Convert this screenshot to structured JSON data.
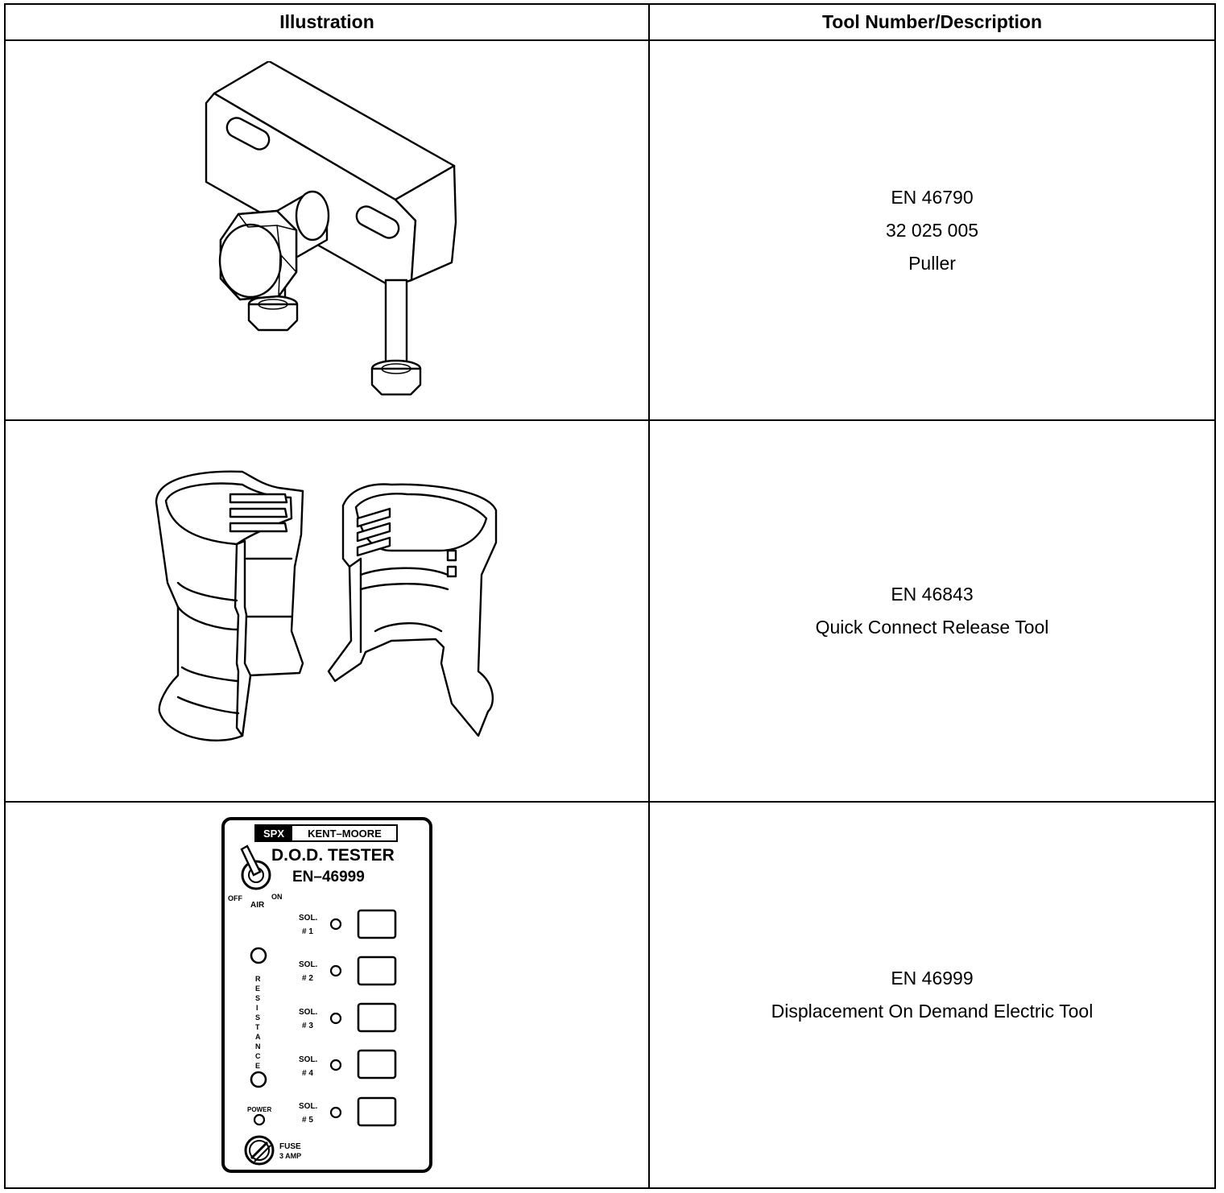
{
  "table": {
    "headers": [
      "Illustration",
      "Tool Number/Description"
    ],
    "rows": [
      {
        "illustration_icon": "puller-icon",
        "lines": [
          "EN 46790",
          "32 025 005",
          "Puller"
        ]
      },
      {
        "illustration_icon": "quick-connect-release-tool-icon",
        "lines": [
          "EN 46843",
          "Quick Connect Release Tool"
        ]
      },
      {
        "illustration_icon": "dod-tester-panel-icon",
        "lines": [
          "EN 46999",
          "Displacement On Demand Electric Tool"
        ]
      }
    ]
  },
  "tester_panel": {
    "brand_left": "SPX",
    "brand_right": "KENT–MOORE",
    "title": "D.O.D. TESTER",
    "model": "EN–46999",
    "switch_off": "OFF",
    "switch_on": "ON",
    "switch_label": "AIR",
    "solenoids": [
      {
        "label": "SOL.",
        "num": "# 1"
      },
      {
        "label": "SOL.",
        "num": "# 2"
      },
      {
        "label": "SOL.",
        "num": "# 3"
      },
      {
        "label": "SOL.",
        "num": "# 4"
      },
      {
        "label": "SOL.",
        "num": "# 5"
      }
    ],
    "resistance_letters": [
      "R",
      "E",
      "S",
      "I",
      "S",
      "T",
      "A",
      "N",
      "C",
      "E"
    ],
    "power_label": "POWER",
    "fuse_label": "FUSE",
    "fuse_rating": "3 AMP"
  }
}
